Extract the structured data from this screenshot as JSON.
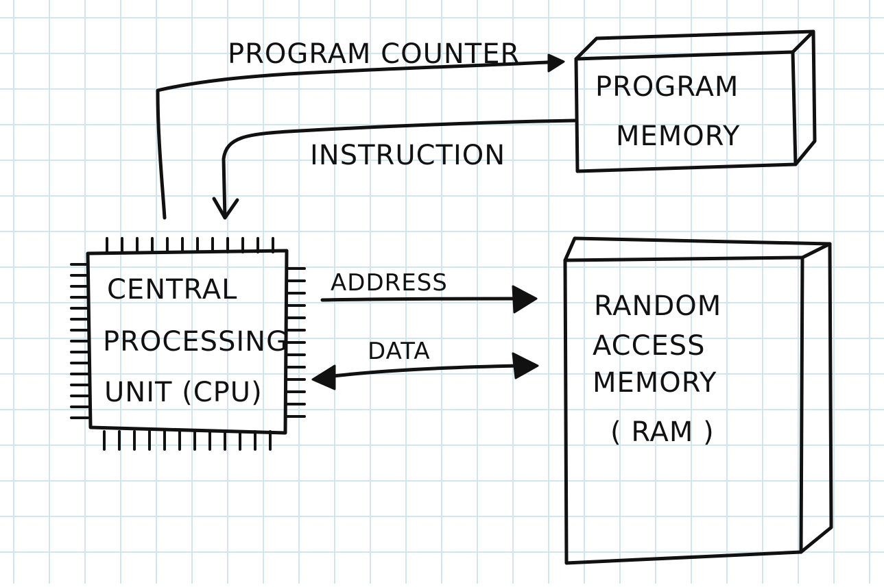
{
  "colors": {
    "background": "#ffffff",
    "grid": "#cfe6ee",
    "ink": "#111111"
  },
  "blocks": {
    "cpu": [
      "CENTRAL",
      "PROCESSING",
      "UNIT (CPU)"
    ],
    "program_memory": [
      "PROGRAM",
      "MEMORY"
    ],
    "ram": [
      "RANDOM",
      "ACCESS",
      "MEMORY",
      "( RAM )"
    ]
  },
  "connections": {
    "program_counter": "PROGRAM COUNTER",
    "instruction": "INSTRUCTION",
    "address": "ADDRESS",
    "data": "DATA"
  }
}
